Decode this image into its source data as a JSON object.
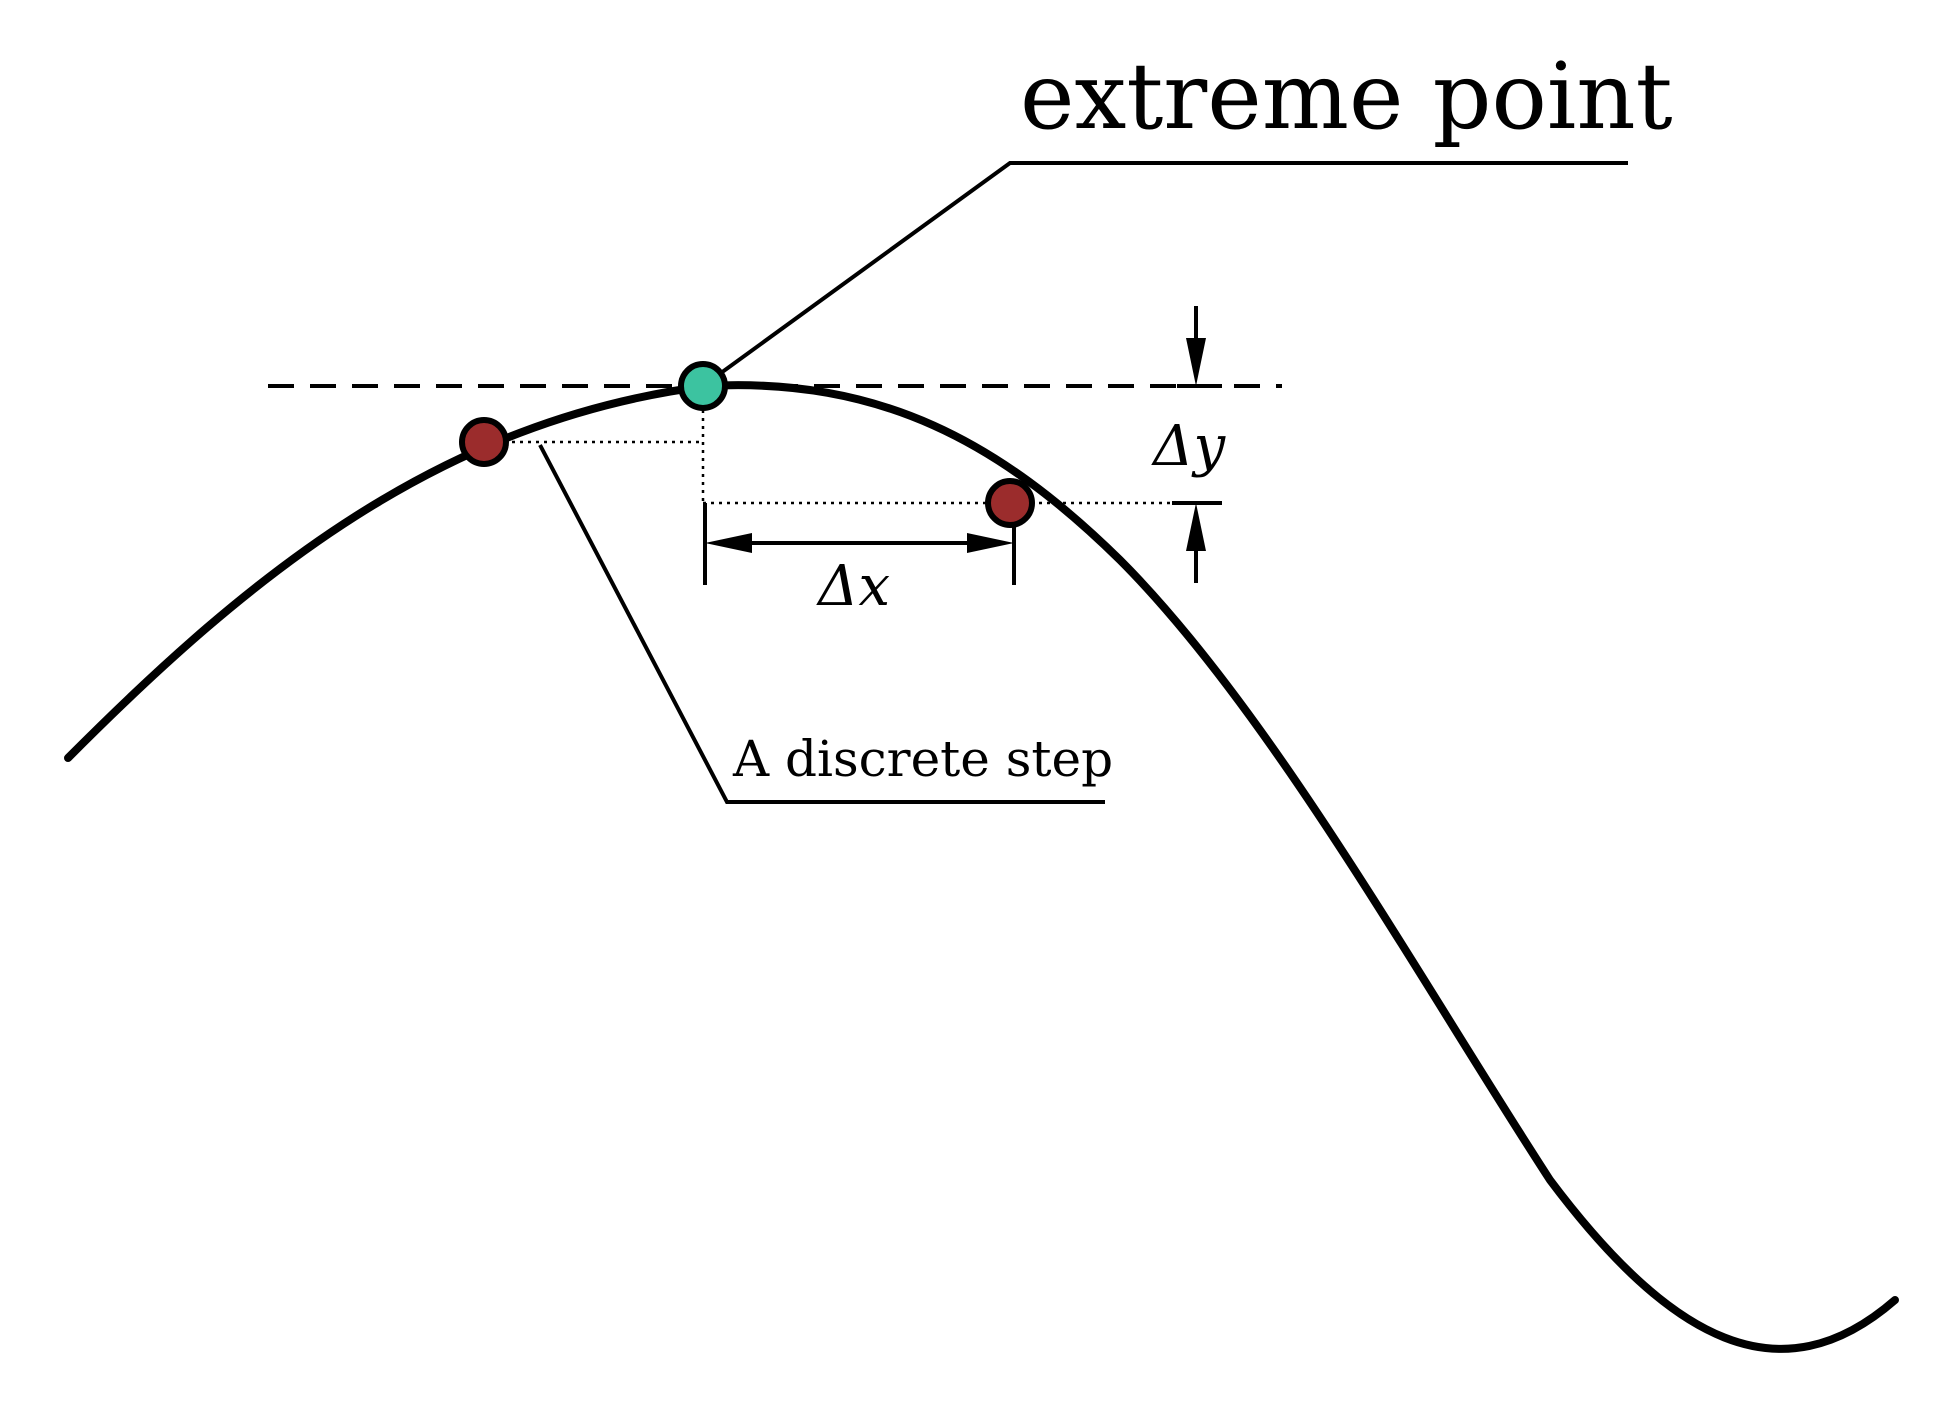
{
  "labels": {
    "extreme_point": "extreme point",
    "discrete_step": "A discrete step",
    "delta_x": "Δx",
    "delta_y": "Δy"
  },
  "colors": {
    "ink": "#000000",
    "extreme_point_fill": "#3cc3a0",
    "step_point_fill": "#9b2c2c"
  }
}
